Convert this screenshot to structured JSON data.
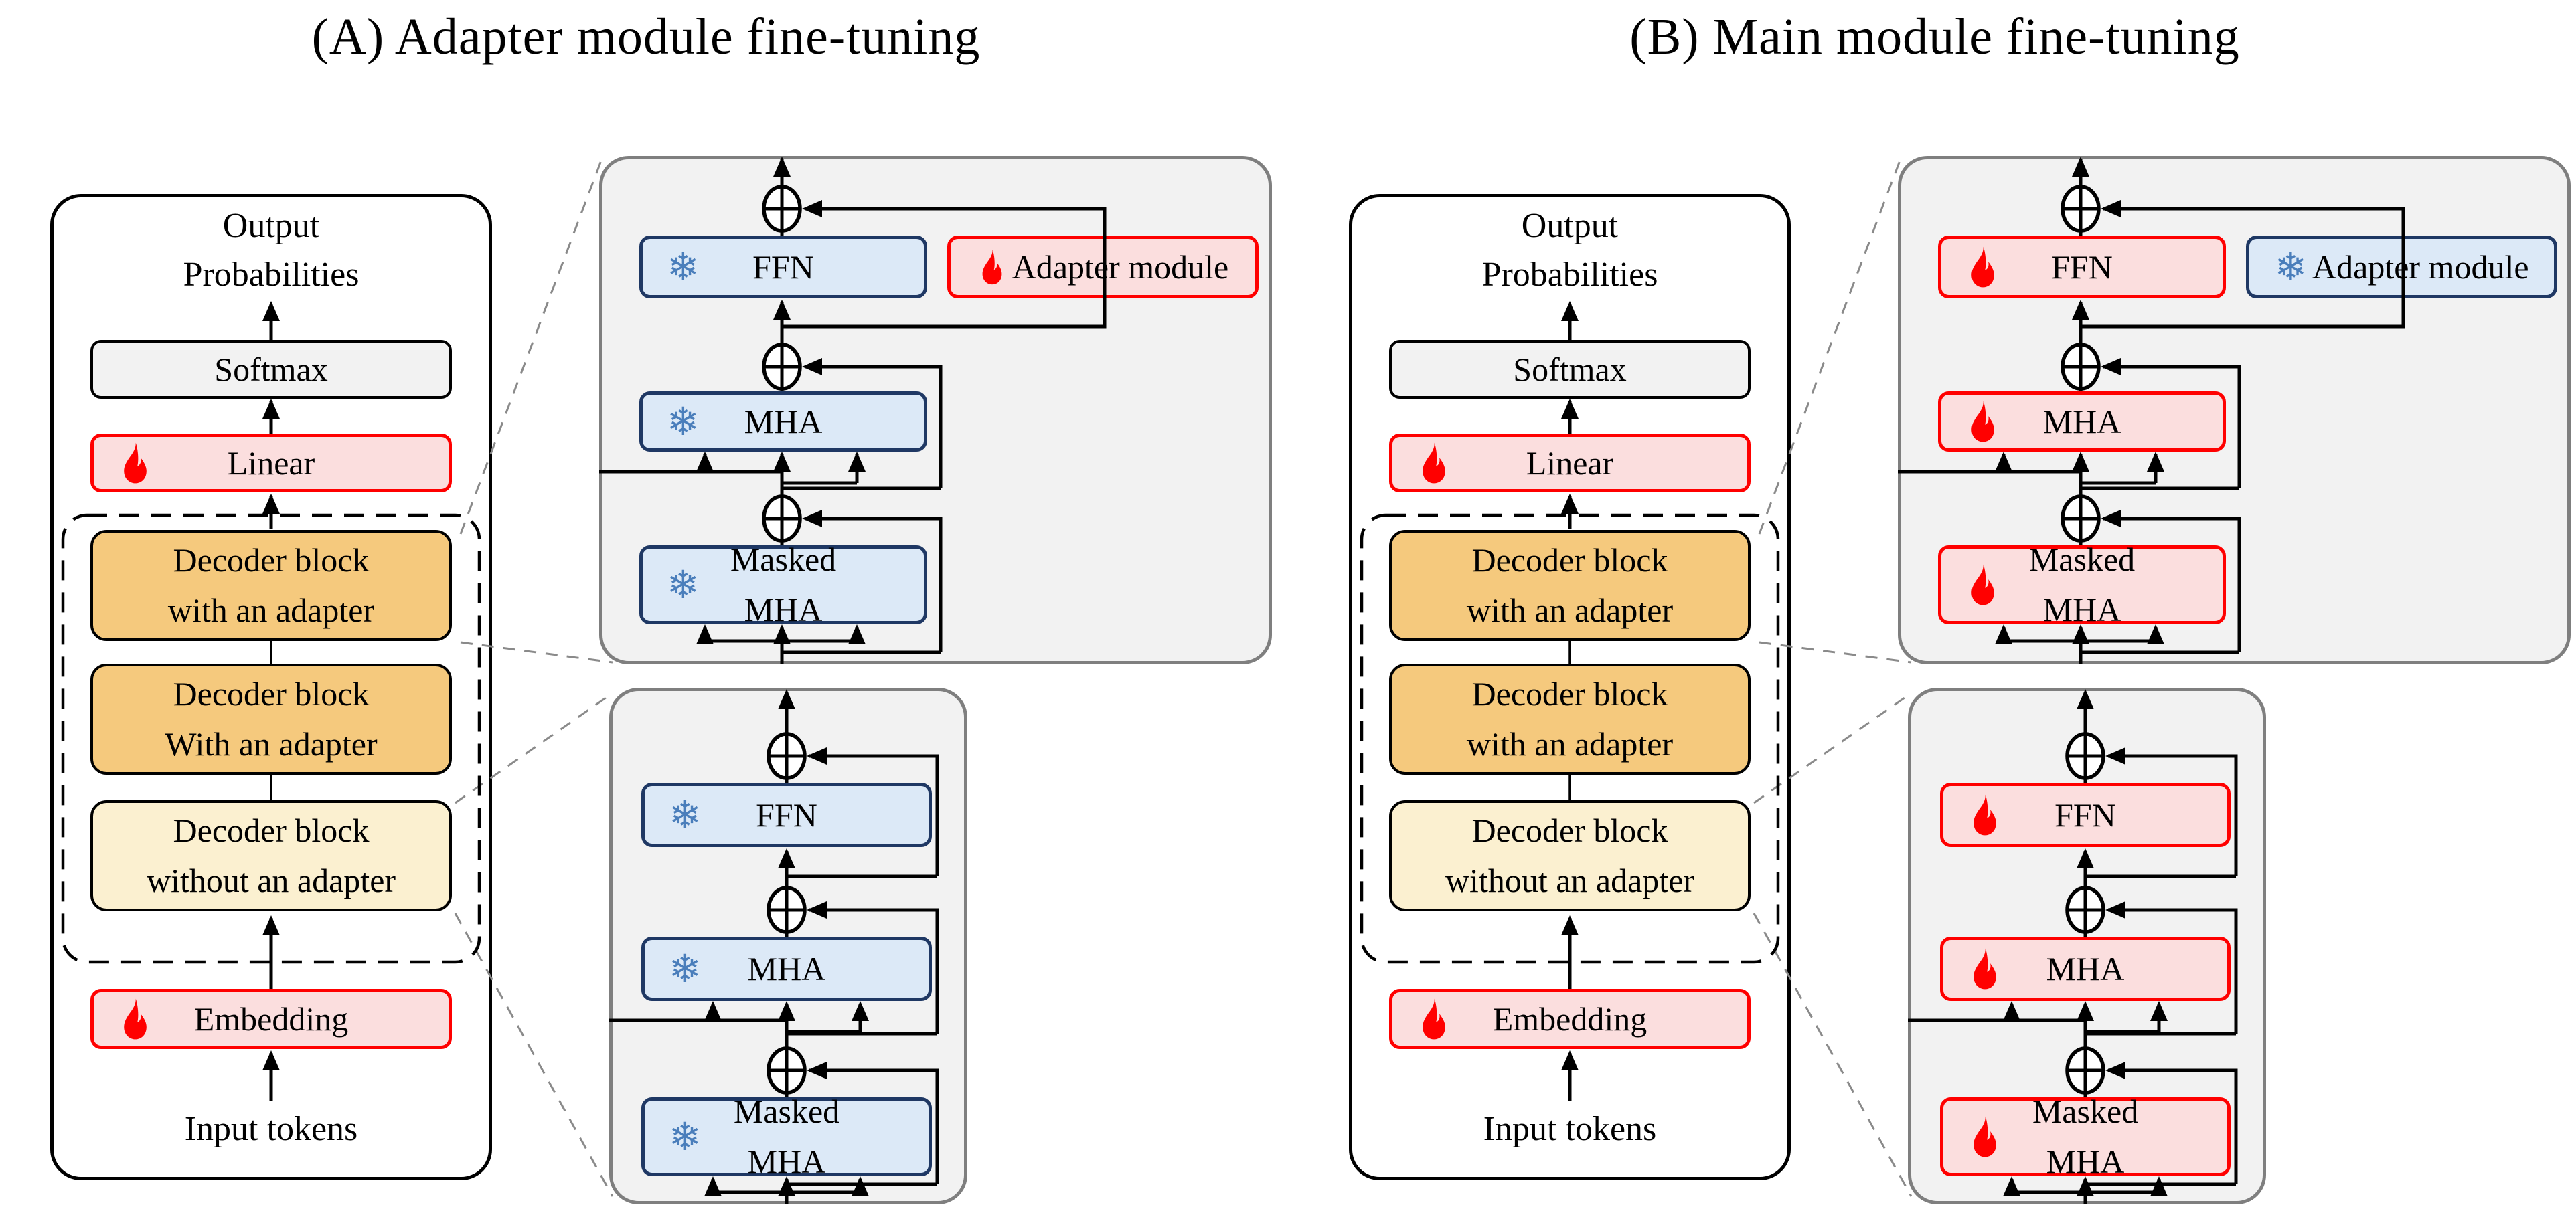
{
  "figure": {
    "panel_a": {
      "title": "(A) Adapter module fine-tuning",
      "column": {
        "output_line1": "Output",
        "output_line2": "Probabilities",
        "softmax_label": "Softmax",
        "linear_label": "Linear",
        "linear_state": "trainable",
        "blocks": [
          {
            "line1": "Decoder block",
            "line2": "with an adapter"
          },
          {
            "line1": "Decoder block",
            "line2": "With an adapter"
          },
          {
            "line1": "Decoder block",
            "line2": "without an adapter"
          }
        ],
        "embedding_label": "Embedding",
        "embedding_state": "trainable",
        "input_label": "Input tokens"
      },
      "detail_with_adapter": {
        "ffn_label": "FFN",
        "ffn_state": "frozen",
        "adapter_label": "Adapter module",
        "adapter_state": "trainable",
        "mha_label": "MHA",
        "mha_state": "frozen",
        "masked_line1": "Masked",
        "masked_line2": "MHA",
        "masked_state": "frozen"
      },
      "detail_without_adapter": {
        "ffn_label": "FFN",
        "ffn_state": "frozen",
        "mha_label": "MHA",
        "mha_state": "frozen",
        "masked_line1": "Masked",
        "masked_line2": "MHA",
        "masked_state": "frozen"
      }
    },
    "panel_b": {
      "title": "(B) Main module fine-tuning",
      "column": {
        "output_line1": "Output",
        "output_line2": "Probabilities",
        "softmax_label": "Softmax",
        "linear_label": "Linear",
        "linear_state": "trainable",
        "blocks": [
          {
            "line1": "Decoder block",
            "line2": "with an adapter"
          },
          {
            "line1": "Decoder block",
            "line2": "with an adapter"
          },
          {
            "line1": "Decoder block",
            "line2": "without an adapter"
          }
        ],
        "embedding_label": "Embedding",
        "embedding_state": "trainable",
        "input_label": "Input tokens"
      },
      "detail_with_adapter": {
        "ffn_label": "FFN",
        "ffn_state": "trainable",
        "adapter_label": "Adapter module",
        "adapter_state": "frozen",
        "mha_label": "MHA",
        "mha_state": "trainable",
        "masked_line1": "Masked",
        "masked_line2": "MHA",
        "masked_state": "trainable"
      },
      "detail_without_adapter": {
        "ffn_label": "FFN",
        "ffn_state": "trainable",
        "mha_label": "MHA",
        "mha_state": "trainable",
        "masked_line1": "Masked",
        "masked_line2": "MHA",
        "masked_state": "trainable"
      }
    }
  },
  "icons": {
    "flame": {
      "meaning": "trainable module (fine-tuned)",
      "color": "#FF0000"
    },
    "snowflake": {
      "glyph": "❄",
      "meaning": "frozen module (not fine-tuned)",
      "color": "#4A7EBB"
    },
    "plus_node": {
      "meaning": "residual addition",
      "symbol": "⊕"
    }
  },
  "colors": {
    "decoder_with_adapter": "#F5C97D",
    "decoder_without_adapter": "#FBF0D0",
    "trainable_box_fill": "#FBDEDE",
    "trainable_box_border": "#FF0000",
    "frozen_box_fill": "#DCE9F7",
    "frozen_box_border": "#1F3864",
    "softmax_fill": "#F2F2F2",
    "detail_panel_fill": "#F2F2F2",
    "detail_panel_border": "#7F7F7F"
  }
}
